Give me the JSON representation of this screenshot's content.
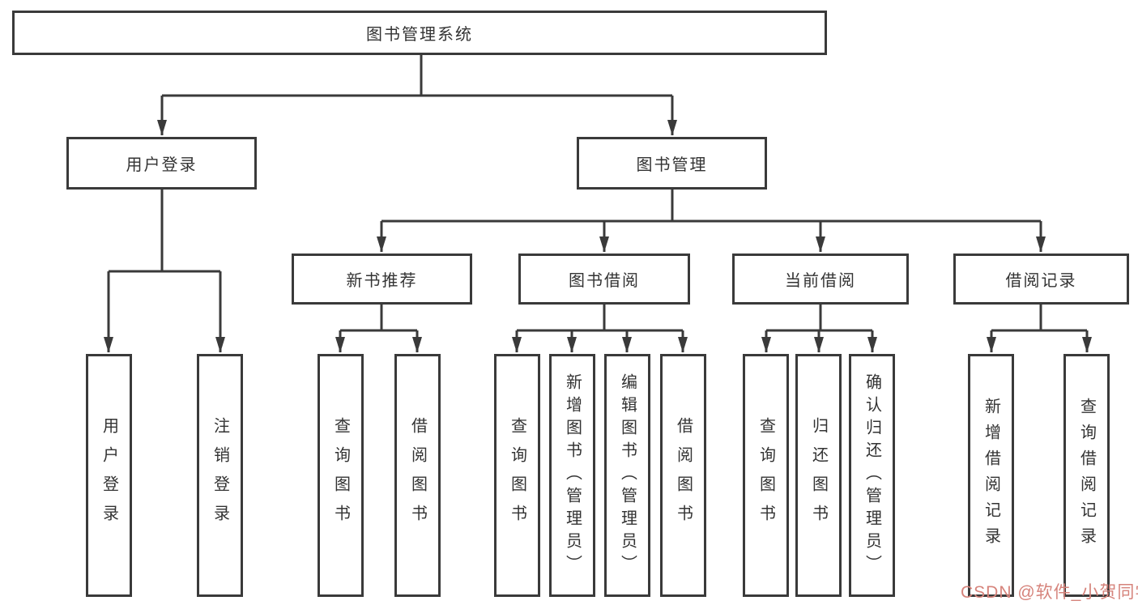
{
  "tree": {
    "root": {
      "label": "图书管理系统",
      "children": [
        {
          "label": "用户登录",
          "children": [
            {
              "label": "用户登录"
            },
            {
              "label": "注销登录"
            }
          ]
        },
        {
          "label": "图书管理",
          "children": [
            {
              "label": "新书推荐",
              "children": [
                {
                  "label": "查询图书"
                },
                {
                  "label": "借阅图书"
                }
              ]
            },
            {
              "label": "图书借阅",
              "children": [
                {
                  "label": "查询图书"
                },
                {
                  "label": "新增图书（管理员）"
                },
                {
                  "label": "编辑图书（管理员）"
                },
                {
                  "label": "借阅图书"
                }
              ]
            },
            {
              "label": "当前借阅",
              "children": [
                {
                  "label": "查询图书"
                },
                {
                  "label": "归还图书"
                },
                {
                  "label": "确认归还（管理员）"
                }
              ]
            },
            {
              "label": "借阅记录",
              "children": [
                {
                  "label": "新增借阅记录"
                },
                {
                  "label": "查询借阅记录"
                }
              ]
            }
          ]
        }
      ]
    }
  },
  "watermark": {
    "text": "CSDN @软件_小贺同学"
  },
  "colors": {
    "line": "#3a3a3a",
    "text": "#333333",
    "watermark": "#d6837b",
    "background": "#ffffff"
  }
}
